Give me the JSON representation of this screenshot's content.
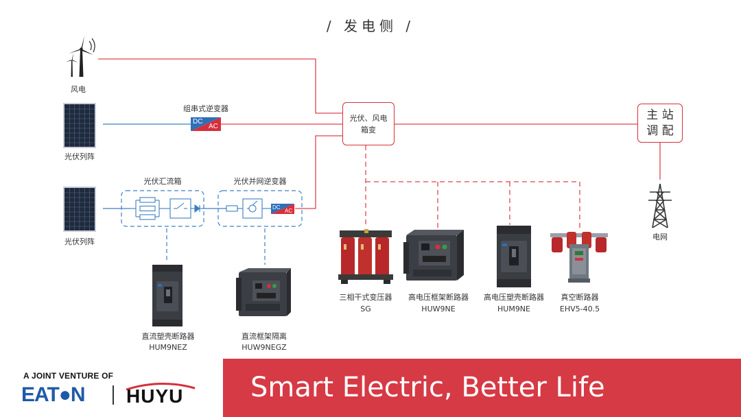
{
  "title": "/ 发电侧 /",
  "sources": {
    "wind": "风电",
    "pv1": "光伏列阵",
    "pv2": "光伏列阵"
  },
  "string_inverter": {
    "label": "组串式逆变器",
    "dc": "DC",
    "ac": "AC"
  },
  "combiner_box": {
    "label": "光伏汇流箱"
  },
  "grid_inverter": {
    "label": "光伏并网逆变器",
    "dc": "DC",
    "ac": "AC"
  },
  "box_transformer": {
    "line1": "光伏、风电",
    "line2": "箱变"
  },
  "main_station": {
    "line1": "主 站",
    "line2": "调 配"
  },
  "grid": {
    "label": "电网"
  },
  "products_bottom": [
    {
      "name": "直流塑壳断路器",
      "model": "HUM9NEZ"
    },
    {
      "name": "直流框架隔离",
      "model": "HUW9NEGZ"
    }
  ],
  "products_right": [
    {
      "name": "三相干式变压器",
      "model": "SG"
    },
    {
      "name": "高电压框架断路器",
      "model": "HUW9NE"
    },
    {
      "name": "高电压塑壳断路器",
      "model": "HUM9NE"
    },
    {
      "name": "真空断路器",
      "model": "EHV5-40.5"
    }
  ],
  "footer": {
    "joint_venture": "A JOINT VENTURE OF",
    "eaton": "EAT●N",
    "huyu": "HUYU",
    "slogan": "Smart Electric, Better Life"
  },
  "colors": {
    "accent": "#d62f3b",
    "line_red": "#e0444e",
    "line_blue": "#3d7fc4",
    "banner": "#d63a45",
    "eaton_blue": "#1f5aa8"
  },
  "icons": [
    "wind-turbine-icon",
    "solar-panel-icon",
    "transmission-tower-icon",
    "fuse-icon",
    "switch-icon",
    "diode-icon",
    "breaker-icon"
  ]
}
